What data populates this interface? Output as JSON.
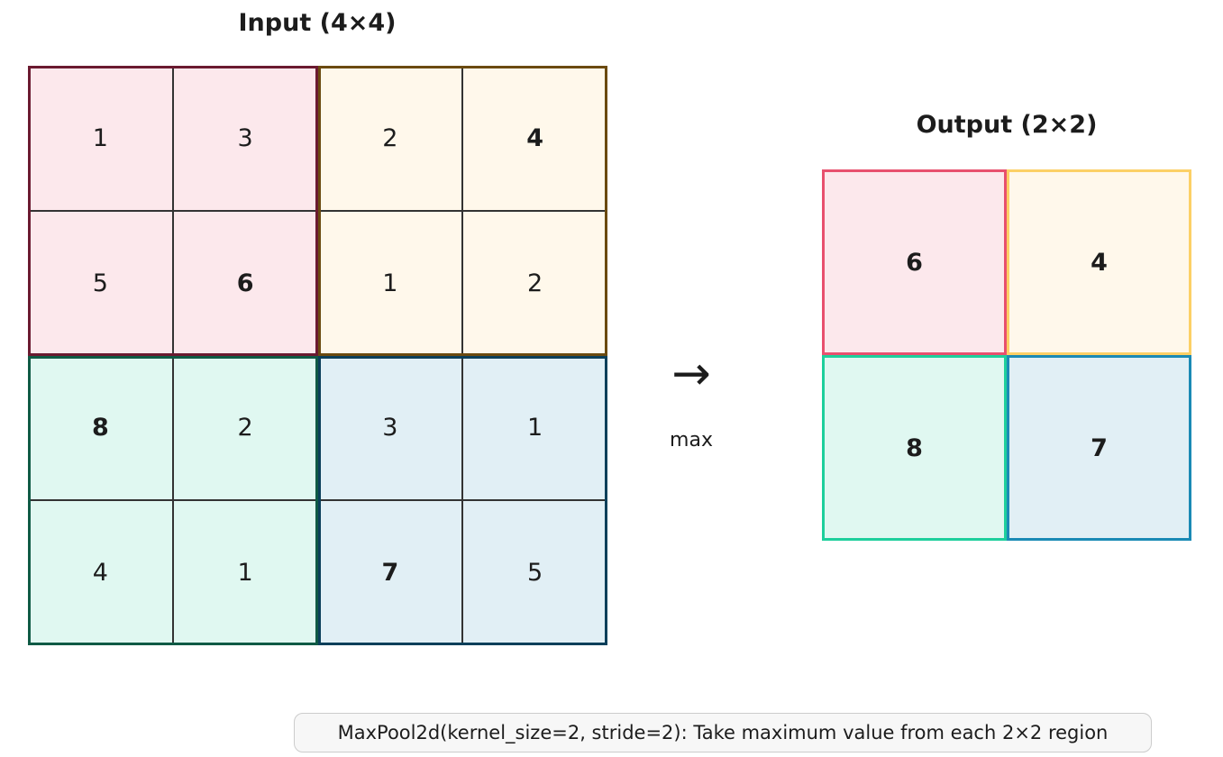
{
  "input_title": "Input (4×4)",
  "output_title": "Output (2×2)",
  "arrow_symbol": "→",
  "operation_label": "max",
  "caption": "MaxPool2d(kernel_size=2, stride=2): Take maximum value from each 2×2 region",
  "input_grid": [
    [
      1,
      3,
      2,
      4
    ],
    [
      5,
      6,
      1,
      2
    ],
    [
      8,
      2,
      3,
      1
    ],
    [
      4,
      1,
      7,
      5
    ]
  ],
  "output_grid": [
    [
      6,
      4
    ],
    [
      8,
      7
    ]
  ],
  "regions": [
    {
      "name": "top-left",
      "fill": "#fce8ec",
      "input_border": "#6b1a30",
      "output_border": "#e8506e"
    },
    {
      "name": "top-right",
      "fill": "#fff8eb",
      "input_border": "#6b4a10",
      "output_border": "#fcd066"
    },
    {
      "name": "bottom-left",
      "fill": "#e0f8f1",
      "input_border": "#0f5a45",
      "output_border": "#1ecf9c"
    },
    {
      "name": "bottom-right",
      "fill": "#e1eff5",
      "input_border": "#0b3f5a",
      "output_border": "#1a8ab5"
    }
  ]
}
